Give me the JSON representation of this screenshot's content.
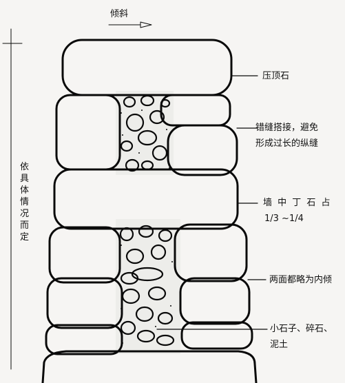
{
  "diagram": {
    "tilt_label": "倾斜",
    "height_label": "依具体情况而定",
    "callouts": {
      "coping_stone": "压顶石",
      "staggered_joints": "错缝搭接，避免\n形成过长的纵缝",
      "header_stone": "墙 中 丁 石 占",
      "header_ratio": "1/3 ~1/4",
      "inward_lean": "两面都略为内倾",
      "fill_material": "小石子、碎石、\n泥土"
    }
  }
}
